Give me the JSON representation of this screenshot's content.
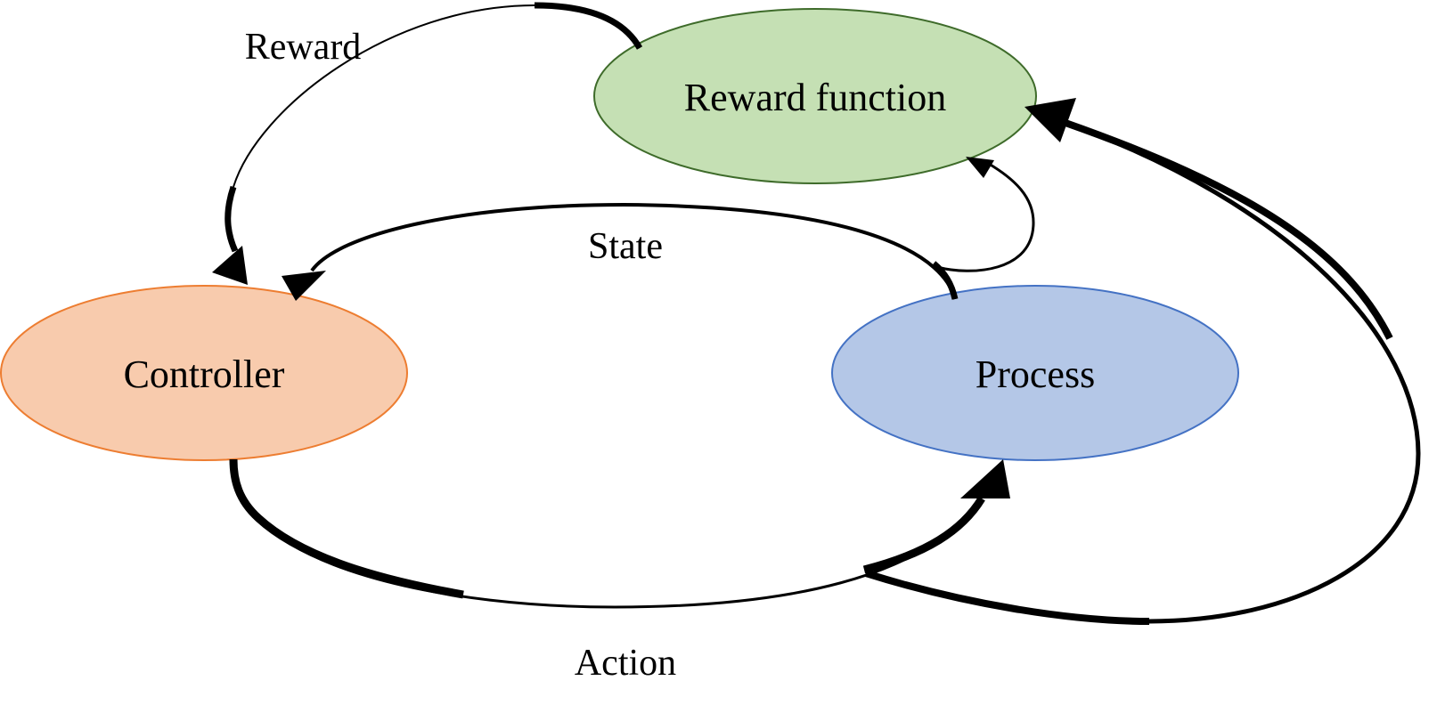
{
  "diagram": {
    "nodes": {
      "reward_function": {
        "label": "Reward function",
        "fill": "#c5e0b4",
        "stroke": "#3e6b2a"
      },
      "controller": {
        "label": "Controller",
        "fill": "#f8cbad",
        "stroke": "#ed7d31"
      },
      "process": {
        "label": "Process",
        "fill": "#b4c7e7",
        "stroke": "#4472c4"
      }
    },
    "edges": {
      "reward": {
        "label": "Reward",
        "from": "Reward function",
        "to": "Controller"
      },
      "state": {
        "label": "State",
        "from": "Process",
        "to": "Controller"
      },
      "state_to_reward": {
        "label": "",
        "from": "Process",
        "to": "Reward function"
      },
      "action": {
        "label": "Action",
        "from": "Controller",
        "to": "Process"
      },
      "action_to_reward": {
        "label": "",
        "from": "Controller",
        "to": "Reward function"
      }
    }
  }
}
